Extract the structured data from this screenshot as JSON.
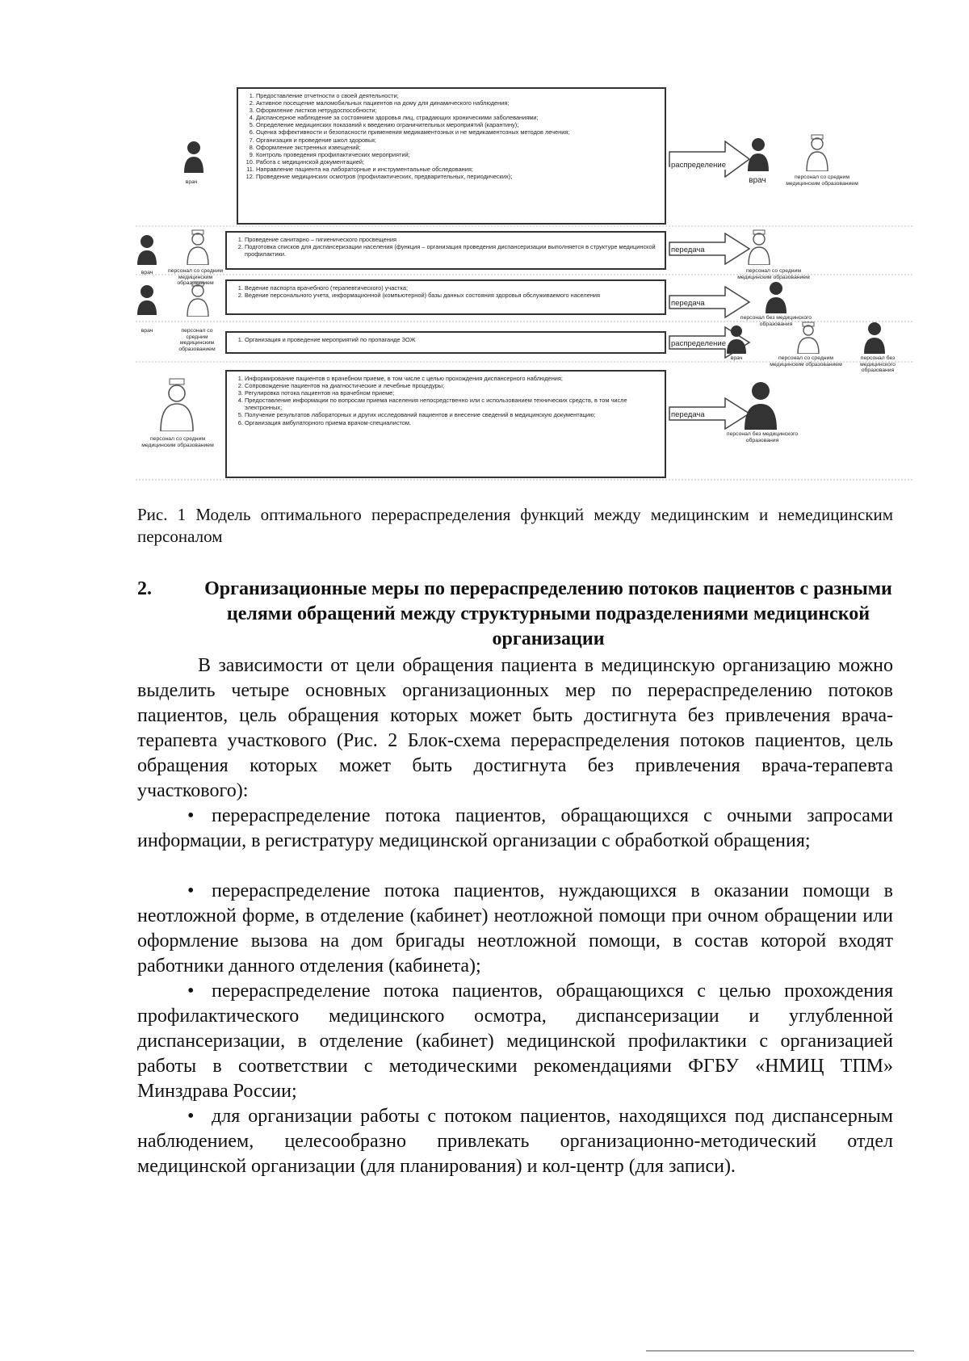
{
  "figure": {
    "rows": [
      {
        "items": [
          "Предоставление отчетности о своей деятельности;",
          "Активное посещение маломобильных пациентов на дому для динамического наблюдения;",
          "Оформление листков нетрудоспособности;",
          "Диспансерное наблюдение за состоянием здоровья лиц, страдающих хроническими заболеваниями;",
          "Определение медицинских показаний к введению ограничительных мероприятий (карантину);",
          "Оценка эффективности и безопасности применения медикаментозных и не медикаментозных методов лечения;",
          "Организация и проведение школ здоровья;",
          "Оформление экстренных извещений;",
          "Контроль проведения профилактических мероприятий;",
          "Работа с медицинской документацией;",
          "Направление пациента на лабораторные и инструментальные обследования;",
          "Проведение медицинских осмотров (профилактических, предварительных, периодических);"
        ],
        "arrow": "распределение",
        "left_labels": [
          "врач"
        ],
        "right_labels": [
          "врач",
          "персонал со средним медицинским образованием"
        ]
      },
      {
        "items": [
          "Проведение санитарно – гигиенического просвещения",
          "Подготовка списков для диспансеризации населения (функция – организация проведения диспансеризации выполняется в структуре медицинской профилактики."
        ],
        "arrow": "передача",
        "left_labels": [
          "врач",
          "персонал со средним медицинским образованием"
        ],
        "right_labels": [
          "персонал со средним медицинским образованием"
        ]
      },
      {
        "items": [
          "Ведение паспорта врачебного (терапевтического) участка;",
          "Ведение персонального учета, информационной (компьютерной) базы данных состояния здоровья обслуживаемого населения"
        ],
        "arrow": "передача",
        "left_labels": [],
        "right_labels": [
          "персонал без медицинского образования"
        ]
      },
      {
        "items": [
          "Организация и проведение мероприятий по пропаганде ЗОЖ"
        ],
        "arrow": "распределение",
        "left_labels": [
          "врач",
          "персонал со средним медицинским образованием"
        ],
        "right_labels": [
          "врач",
          "персонал со средним медицинским образованием",
          "персонал без медицинского образования"
        ]
      },
      {
        "items": [
          "Информирование пациентов о врачебном приеме, в том числе с целью прохождения диспансерного наблюдения;",
          "Сопровождение пациентов на диагностические и лечебные процедуры;",
          "Регулировка потока пациентов на врачебном приеме;",
          "Предоставление информации по вопросам приема населения непосредственно или с использованием технических средств, в том числе электронных;",
          "Получение результатов лабораторных и других исследований пациентов и внесение сведений в медицинскую документацию;",
          "Организация амбулаторного приема врачом-специалистом."
        ],
        "arrow": "передача",
        "left_labels": [
          "персонал со средним медицинским образованием"
        ],
        "right_labels": [
          "персонал без медицинского образования"
        ]
      }
    ]
  },
  "caption": "Рис. 1 Модель оптимального перераспределения функций между медицинским и немедицинским персоналом",
  "section": {
    "number": "2.",
    "title": "Организационные меры по перераспределению потоков пациентов с разными целями обращений между структурными подразделениями медицинской организации",
    "intro": "В зависимости от цели обращения пациента в медицинскую организацию можно выделить четыре основных организационных мер по перераспределению потоков пациентов, цель обращения которых может быть достигнута без привлечения врача-терапевта участкового (Рис. 2 Блок-схема перераспределения потоков пациентов, цель обращения которых может быть достигнута  без привлечения врача-терапевта участкового):",
    "bullets": [
      "перераспределение потока пациентов, обращающихся с очными запросами информации, в регистратуру медицинской организации с обработкой обращения;",
      "перераспределение потока пациентов, нуждающихся в оказании помощи в неотложной форме, в отделение (кабинет) неотложной помощи при очном обращении или оформление вызова на дом бригады неотложной помощи, в состав которой входят работники данного отделения (кабинета);",
      "перераспределение потока пациентов, обращающихся с целью прохождения профилактического медицинского осмотра, диспансеризации и углубленной диспансеризации, в отделение (кабинет) медицинской профилактики с организацией работы в соответствии с методическими рекомендациями ФГБУ «НМИЦ ТПМ» Минздрава России;",
      "для организации работы с потоком пациентов, находящихся под диспансерным наблюдением, целесообразно привлекать организационно-методический отдел медицинской организации (для планирования) и кол-центр (для записи)."
    ],
    "bullet_symbol": "•"
  }
}
